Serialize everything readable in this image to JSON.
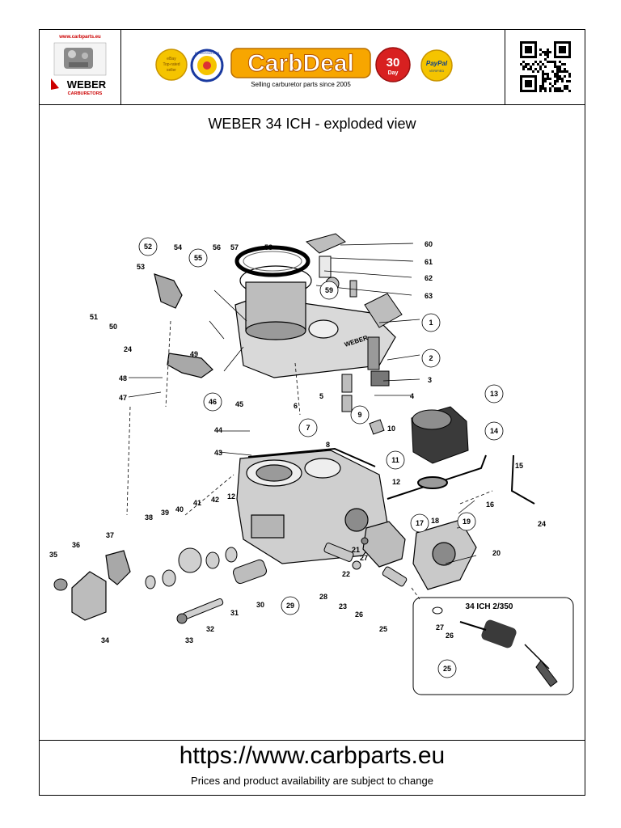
{
  "header": {
    "left_logo": {
      "url_text": "www.carbparts.eu",
      "brand": "WEBER",
      "subbrand": "CARBURETORS"
    },
    "banner": {
      "badge_ebay": [
        "eBay",
        "Top-rated",
        "seller"
      ],
      "badge_power": "POWERSELLER",
      "brand": "CarbDeal",
      "tagline": "Selling carburetor parts since 2005",
      "badge_30day_num": "30",
      "badge_30day_word": "Day",
      "badge_paypal": "PayPal",
      "badge_paypal_sub": "VERIFIED"
    },
    "qr_icon": "qr-code-icon"
  },
  "title": "WEBER 34 ICH - exploded view",
  "inset_label": "34 ICH 2/350",
  "footer": {
    "url": "https://www.carbparts.eu",
    "note": "Prices and product availability are subject to change"
  },
  "colors": {
    "ink": "#000000",
    "ebay": "#f5c400",
    "carbdeal": "#f7a600",
    "thirty_day": "#d82020",
    "paypal": "#f5c400"
  },
  "part_labels": {
    "p1": "1",
    "p2": "2",
    "p3": "3",
    "p4": "4",
    "p5": "5",
    "p6": "6",
    "p7": "7",
    "p8": "8",
    "p9": "9",
    "p10": "10",
    "p11": "11",
    "p12a": "12",
    "p12b": "12",
    "p13": "13",
    "p14": "14",
    "p15": "15",
    "p16": "16",
    "p17": "17",
    "p18": "18",
    "p19": "19",
    "p20": "20",
    "p21": "21",
    "p22": "22",
    "p23": "23",
    "p24a": "24",
    "p24b": "24",
    "p25a": "25",
    "p25b": "25",
    "p26a": "26",
    "p26b": "26",
    "p27a": "27",
    "p27b": "27",
    "p28": "28",
    "p29": "29",
    "p30": "30",
    "p31": "31",
    "p32": "32",
    "p33": "33",
    "p34": "34",
    "p35": "35",
    "p36": "36",
    "p37": "37",
    "p38": "38",
    "p39": "39",
    "p40": "40",
    "p41": "41",
    "p42": "42",
    "p43": "43",
    "p44": "44",
    "p45": "45",
    "p46": "46",
    "p47": "47",
    "p48": "48",
    "p49": "49",
    "p50": "50",
    "p51": "51",
    "p52": "52",
    "p53": "53",
    "p54": "54",
    "p55": "55",
    "p56": "56",
    "p57": "57",
    "p58": "58",
    "p59": "59",
    "p60": "60",
    "p61": "61",
    "p62": "62",
    "p63": "63"
  }
}
